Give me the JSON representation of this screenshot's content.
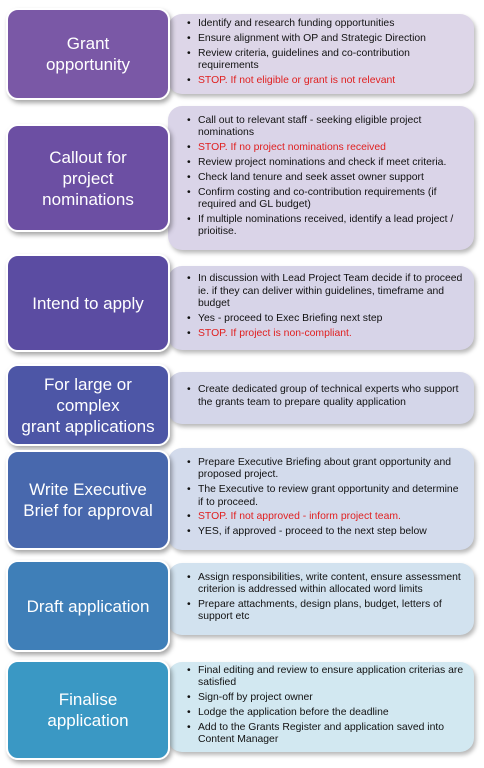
{
  "steps": [
    {
      "title": "Grant\nopportunity",
      "color": "#7a58a6",
      "panel_color": "#ddd6e8",
      "items": [
        {
          "text": "Identify and research funding opportunities",
          "stop": false
        },
        {
          "text": "Ensure alignment with OP and Strategic Direction",
          "stop": false
        },
        {
          "text": "Review criteria, guidelines and co-contribution requirements",
          "stop": false
        },
        {
          "text": "STOP. If not eligible or grant is not relevant",
          "stop": true
        }
      ]
    },
    {
      "title": "Callout for\nproject\nnominations",
      "color": "#6c4fa3",
      "panel_color": "#dad4e8",
      "items": [
        {
          "text": "Call out to relevant staff - seeking eligible project nominations",
          "stop": false
        },
        {
          "text": "STOP. If no project nominations received",
          "stop": true
        },
        {
          "text": "Review project nominations and check if meet criteria.",
          "stop": false
        },
        {
          "text": "Check land tenure and seek asset owner support",
          "stop": false
        },
        {
          "text": "Confirm costing and co-contribution requirements (if required and GL budget)",
          "stop": false
        },
        {
          "text": "If multiple nominations received, identify a lead project / prioitise.",
          "stop": false
        }
      ]
    },
    {
      "title": "Intend to apply",
      "color": "#5b4ca2",
      "panel_color": "#d7d4e8",
      "items": [
        {
          "text": "In discussion with Lead Project Team decide if to proceed ie. if they can deliver within guidelines, timeframe and budget",
          "stop": false
        },
        {
          "text": "Yes - proceed to Exec Briefing next step",
          "stop": false
        },
        {
          "text": "STOP. If project is non-compliant.",
          "stop": true
        }
      ]
    },
    {
      "title": "For large or\ncomplex\ngrant applications",
      "color": "#4d56a6",
      "panel_color": "#d4d6e9",
      "items": [
        {
          "text": "Create dedicated group of technical experts who support the grants team to prepare quality application",
          "stop": false
        }
      ]
    },
    {
      "title": "Write Executive\nBrief for approval",
      "color": "#4868ad",
      "panel_color": "#d3dbec",
      "items": [
        {
          "text": "Prepare Executive Briefing about grant opportunity and proposed project.",
          "stop": false
        },
        {
          "text": "The Executive to review grant opportunity and determine if to proceed.",
          "stop": false
        },
        {
          "text": "STOP. If not approved - inform project team.",
          "stop": true
        },
        {
          "text": "YES, if approved - proceed to the next step below",
          "stop": false
        }
      ]
    },
    {
      "title": "Draft application",
      "color": "#3f7fb8",
      "panel_color": "#d2e2ef",
      "items": [
        {
          "text": "Assign responsibilities, write content, ensure assessment criterion is addressed within allocated word limits",
          "stop": false
        },
        {
          "text": "Prepare attachments, design plans, budget, letters of support etc",
          "stop": false
        }
      ]
    },
    {
      "title": "Finalise\napplication",
      "color": "#3a98c4",
      "panel_color": "#d2e8f1",
      "items": [
        {
          "text": "Final editing and review to ensure application criterias are satisfied",
          "stop": false
        },
        {
          "text": "Sign-off by project owner",
          "stop": false
        },
        {
          "text": "Lodge the application before the deadline",
          "stop": false
        },
        {
          "text": "Add to the Grants Register and application saved into Content Manager",
          "stop": false
        }
      ]
    }
  ]
}
